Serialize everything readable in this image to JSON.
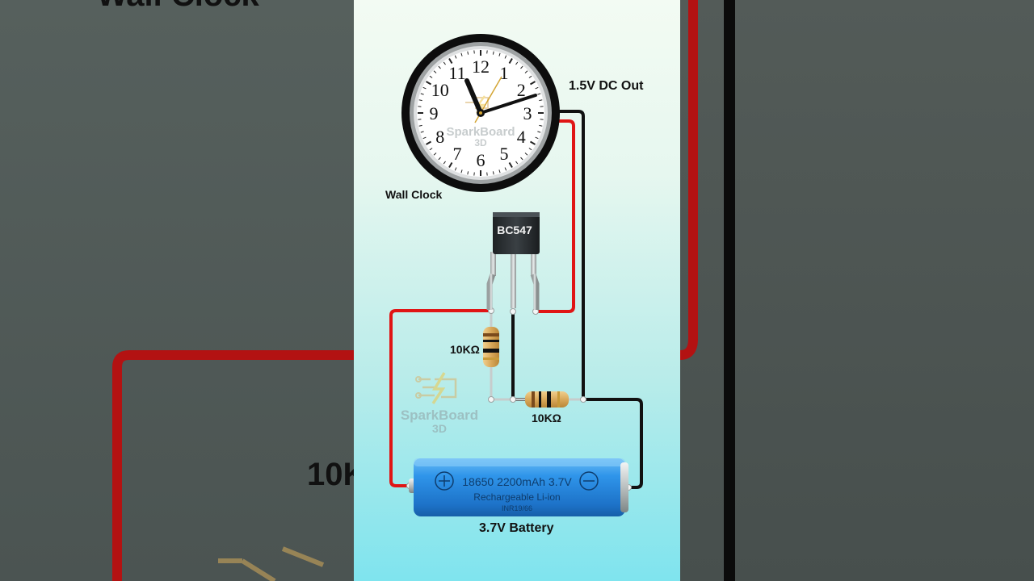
{
  "labels": {
    "clock_output": "1.5V DC Out",
    "clock": "Wall Clock",
    "transistor": "BC547",
    "resistor_1": "10KΩ",
    "resistor_2": "10KΩ",
    "battery": "3.7V Battery"
  },
  "battery_print": {
    "line1": "18650 2200mAh 3.7V",
    "line2": "Rechargeable Li-ion",
    "line3": "INR19/66"
  },
  "clock_face": {
    "numbers": [
      "12",
      "1",
      "2",
      "3",
      "4",
      "5",
      "6",
      "7",
      "8",
      "9",
      "10",
      "11"
    ]
  },
  "watermark": {
    "name": "SparkBoard",
    "suffix": "3D"
  },
  "background": {
    "title": "Wall Clock",
    "resistor_label": "10K"
  },
  "colors": {
    "wire_positive": "#e01515",
    "wire_negative": "#111111",
    "battery_blue": "#2b8ee6",
    "resistor_body": "#d9a85a"
  }
}
